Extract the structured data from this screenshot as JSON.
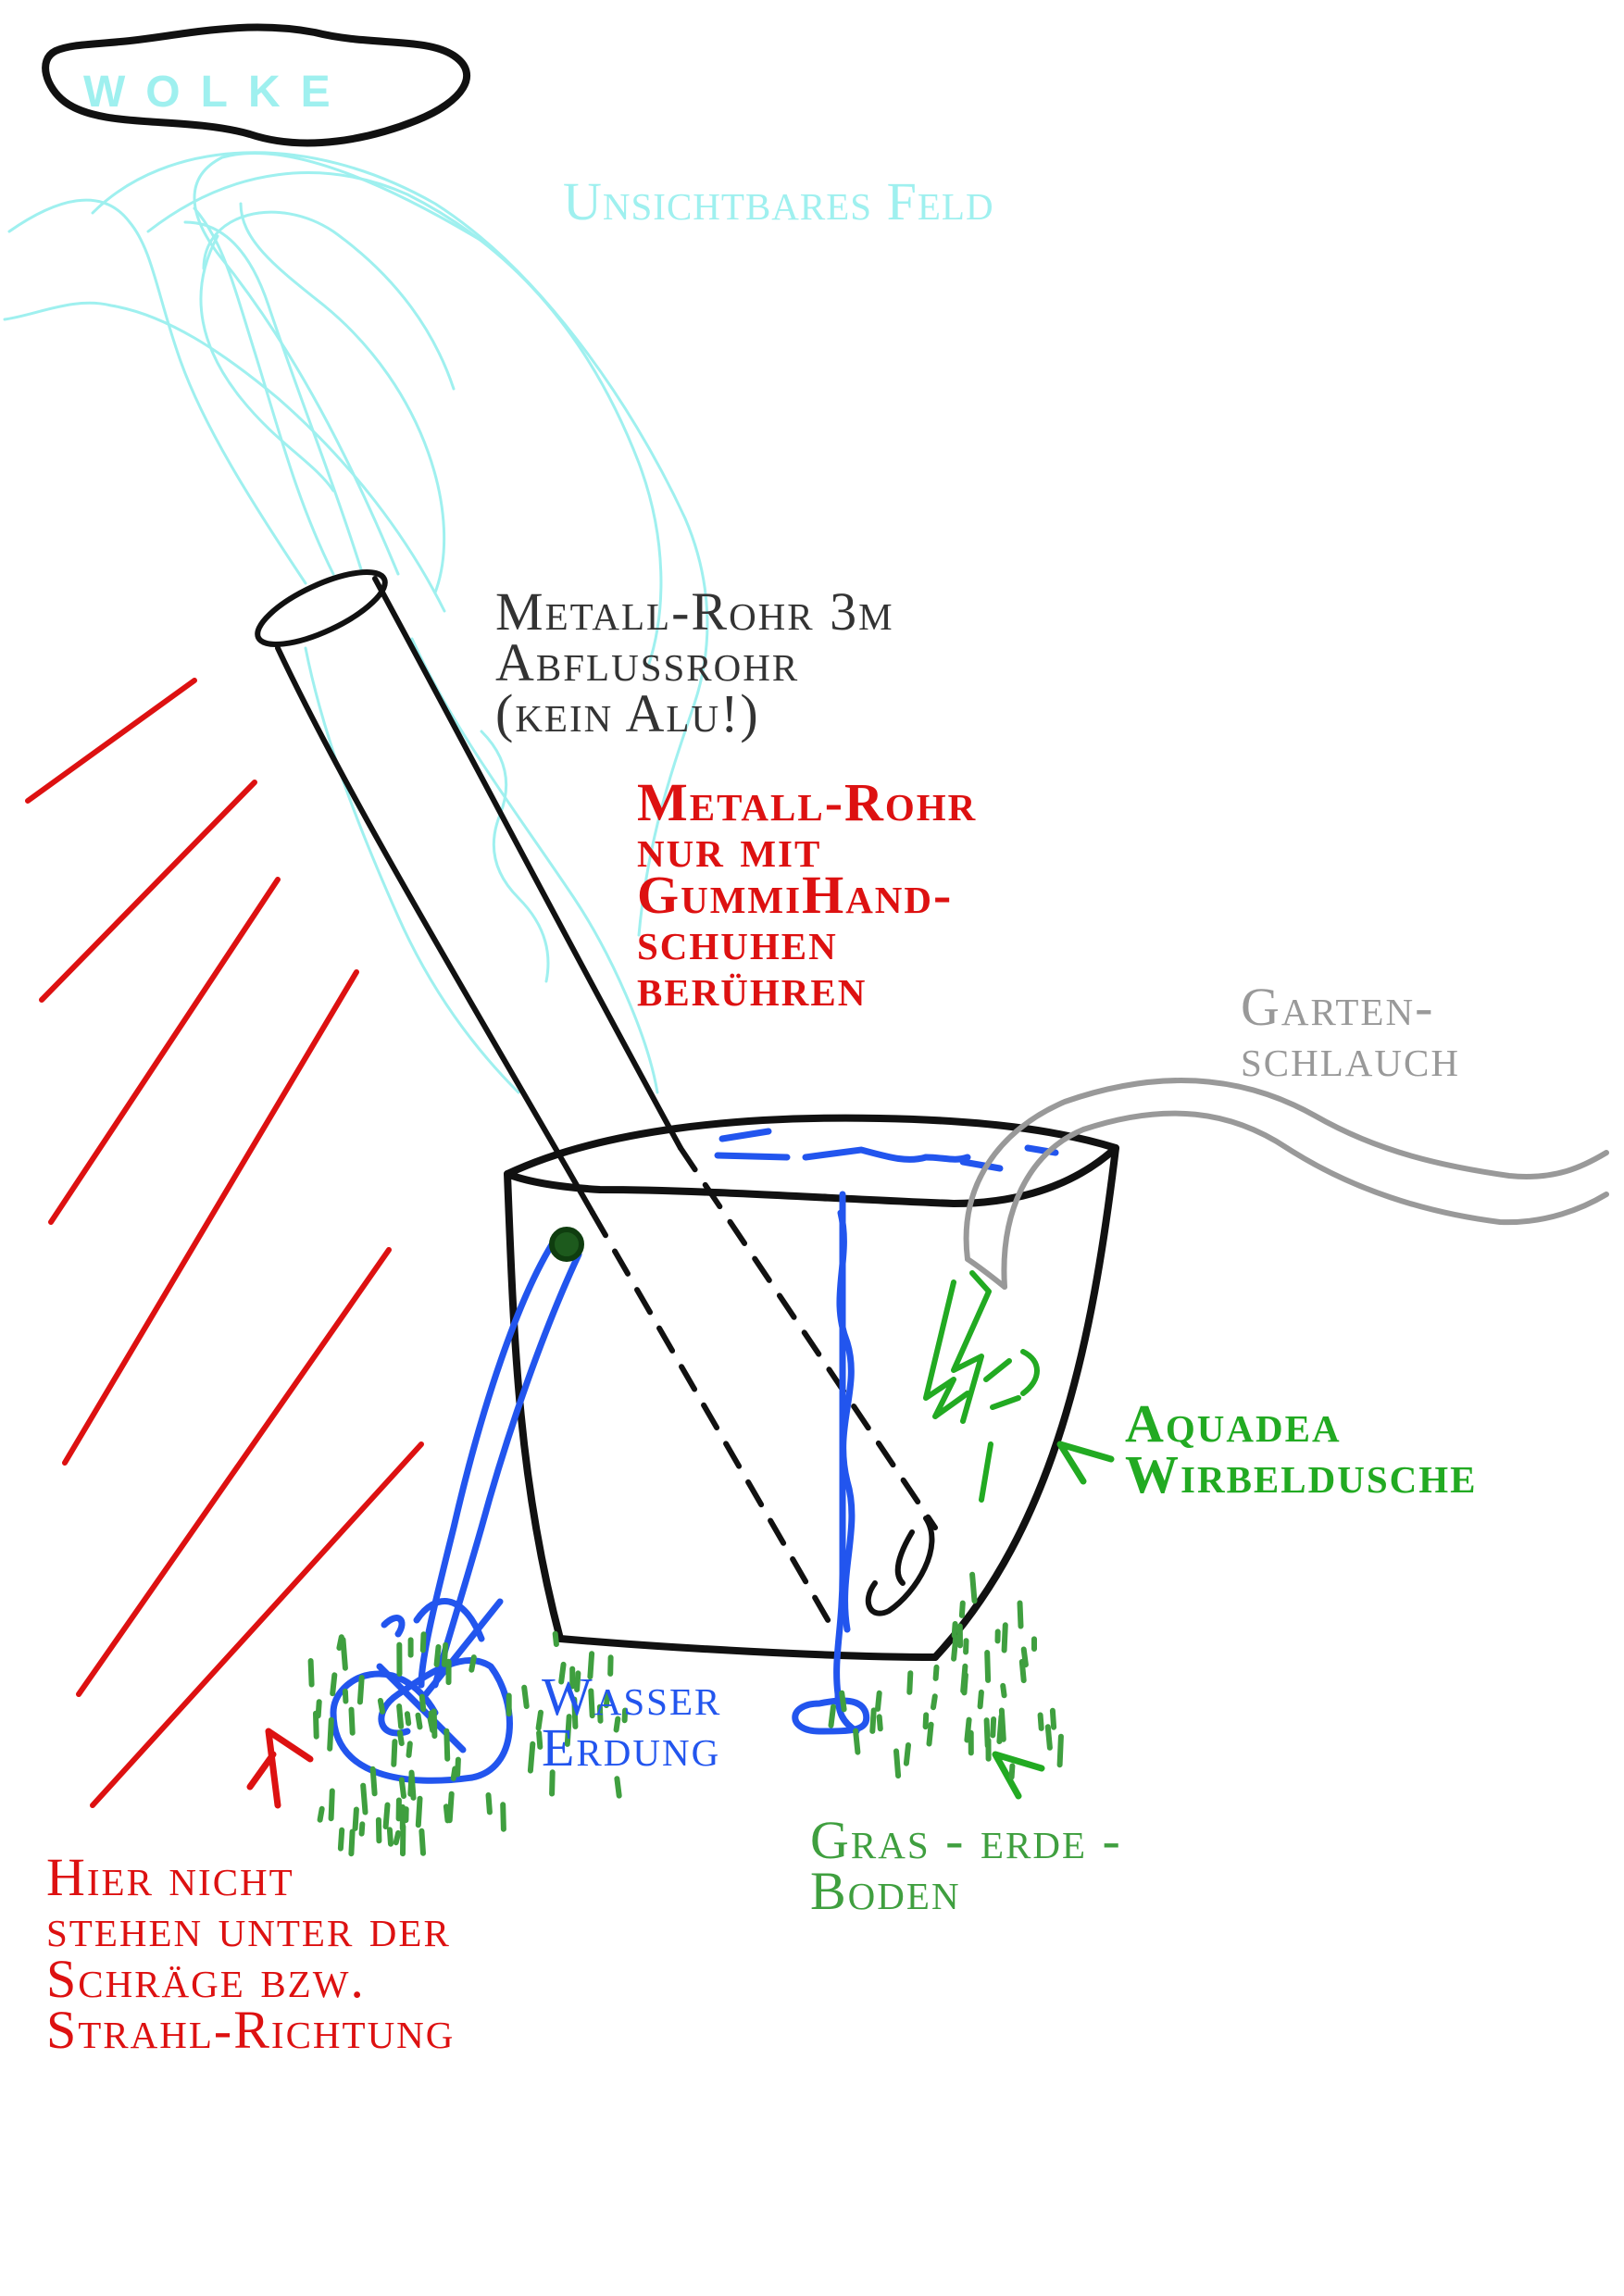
{
  "colors": {
    "field": "#9ff0ef",
    "ink": "#111111",
    "warning": "#dd1111",
    "water": "#2255ee",
    "green": "#22aa22",
    "grass": "#3f9f3f",
    "hose": "#999999",
    "pipe_label": "#333333"
  },
  "labels": {
    "cloud": "WOLKE",
    "field": "Unsichtbares Feld",
    "pipe": [
      "Metall-Rohr 3m",
      "Abflussrohr",
      "(kein Alu!)"
    ],
    "warning": [
      "Metall-Rohr",
      "nur mit",
      "GummiHand-",
      "schuhen",
      "berühren"
    ],
    "hose": [
      "Garten-",
      "schlauch"
    ],
    "shower": [
      "Aquadea",
      "Wirbeldusche"
    ],
    "water": [
      "Wasser",
      "Erdung"
    ],
    "ground": [
      "Gras - erde -",
      "Boden"
    ],
    "danger": [
      "Hier nicht",
      "stehen unter der",
      "Schräge bzw.",
      "Strahl-Richtung"
    ]
  },
  "icons": {
    "cloud": "cloud-icon",
    "pipe": "pipe-icon",
    "bucket": "bucket-icon",
    "hose": "garden-hose-icon",
    "shower": "vortex-shower-icon",
    "grounding": "water-grounding-icon"
  }
}
